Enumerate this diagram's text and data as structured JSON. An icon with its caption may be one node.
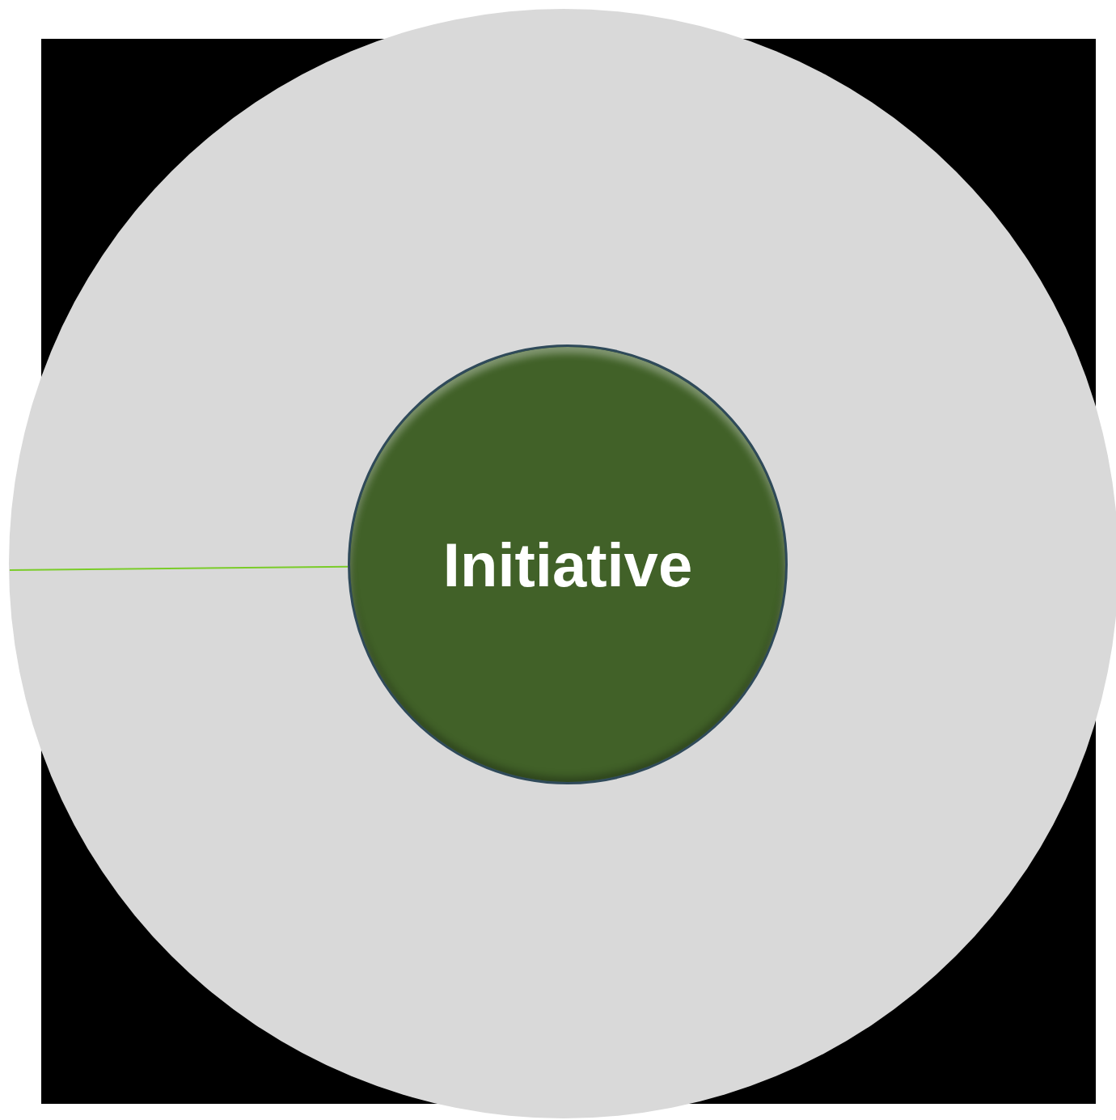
{
  "diagram": {
    "nodes": [
      {
        "text": [],
        "shape": "circle"
      },
      {
        "text": [
          "Initiative"
        ],
        "in": 0
      }
    ],
    "edges": [
      {
        "from": null,
        "to": 1,
        "arrow": "none",
        "color": "#7acc29"
      }
    ]
  }
}
